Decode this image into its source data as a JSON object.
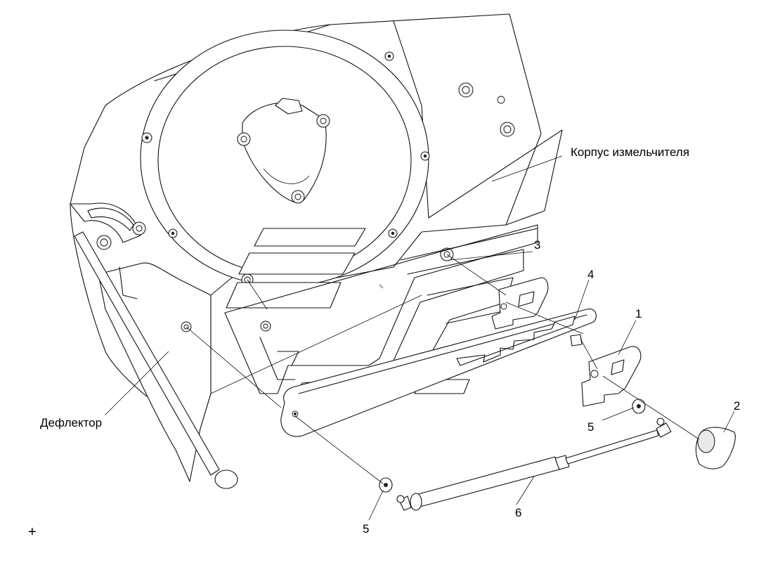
{
  "labels": {
    "housing": "Корпус измельчителя",
    "deflector": "Дефлектор",
    "part1": "1",
    "part2": "2",
    "part3": "3",
    "part4": "4",
    "part5a": "5",
    "part5b": "5",
    "part6": "6",
    "cross": "+"
  }
}
